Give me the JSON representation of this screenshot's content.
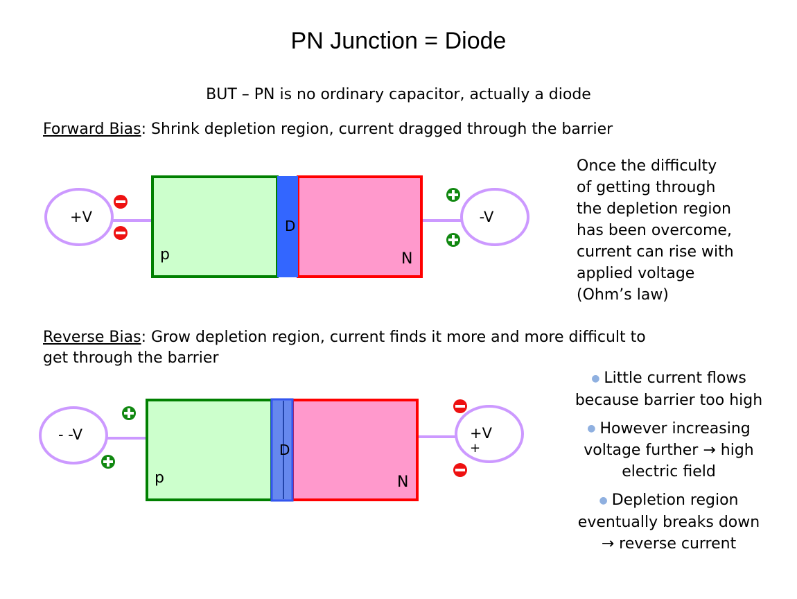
{
  "title": "PN Junction = Diode",
  "subtitle": "BUT – PN is no ordinary capacitor, actually a diode",
  "forward": {
    "heading": "Forward Bias",
    "text": ": Shrink depletion region, current dragged through the barrier",
    "left_source": "+V",
    "right_source": "-V",
    "p_label": "p",
    "n_label": "N",
    "d_label": "D",
    "note_lines": [
      "Once the difficulty",
      "of getting through",
      "the depletion region",
      "has been overcome,",
      "current can rise with",
      "applied voltage",
      "(Ohm’s law)"
    ]
  },
  "reverse": {
    "heading": "Reverse Bias",
    "text_line1": ": Grow depletion region, current finds it more and more difficult to",
    "text_line2": "get through the barrier",
    "left_source": "- -V",
    "right_source": "+V",
    "right_source_sub": "+",
    "p_label": "p",
    "n_label": "N",
    "d_label": "D",
    "bullets": [
      {
        "l1": "Little current flows",
        "l2": "because barrier too high",
        "l3": ""
      },
      {
        "l1": "However increasing",
        "l2": "voltage further → high",
        "l3": "electric field"
      },
      {
        "l1": "Depletion region",
        "l2": "eventually breaks down",
        "l3": "→ reverse current"
      }
    ]
  },
  "colors": {
    "p_fill": "#ccffcc",
    "p_border": "#008000",
    "n_fill": "#ff99cc",
    "n_border": "#ff0000",
    "depletion": "#3366ff",
    "source_ring": "#cc99ff",
    "minus_badge": "#ee1111",
    "plus_badge": "#118811"
  }
}
